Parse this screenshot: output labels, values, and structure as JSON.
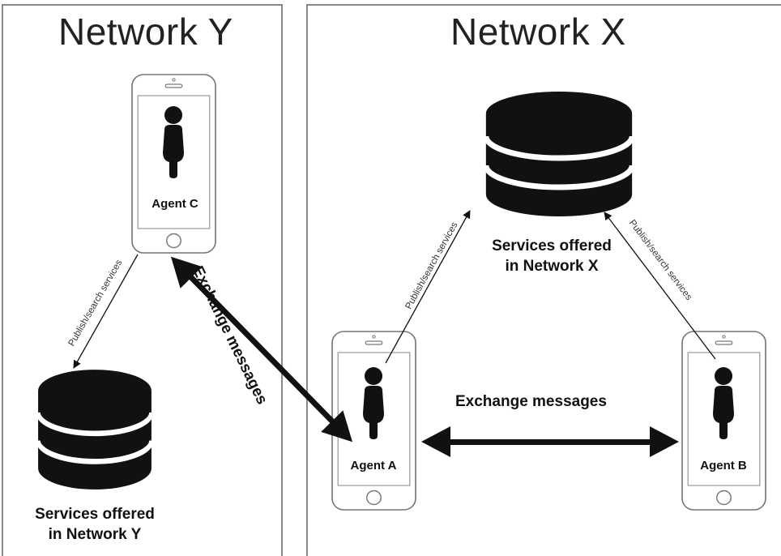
{
  "networks": {
    "y": {
      "title": "Network Y"
    },
    "x": {
      "title": "Network X"
    }
  },
  "agents": {
    "a": {
      "label": "Agent A"
    },
    "b": {
      "label": "Agent B"
    },
    "c": {
      "label": "Agent C"
    }
  },
  "databases": {
    "x": {
      "line1": "Services offered",
      "line2": "in Network X"
    },
    "y": {
      "line1": "Services offered",
      "line2": "in Network Y"
    }
  },
  "links": {
    "publish_search": "Publish/search services",
    "exchange": "Exchange messages"
  },
  "icons": {
    "phone": "smartphone-icon",
    "person": "person-icon",
    "database": "database-icon"
  },
  "colors": {
    "stroke": "#111111",
    "frame": "#888888",
    "background": "#ffffff"
  }
}
